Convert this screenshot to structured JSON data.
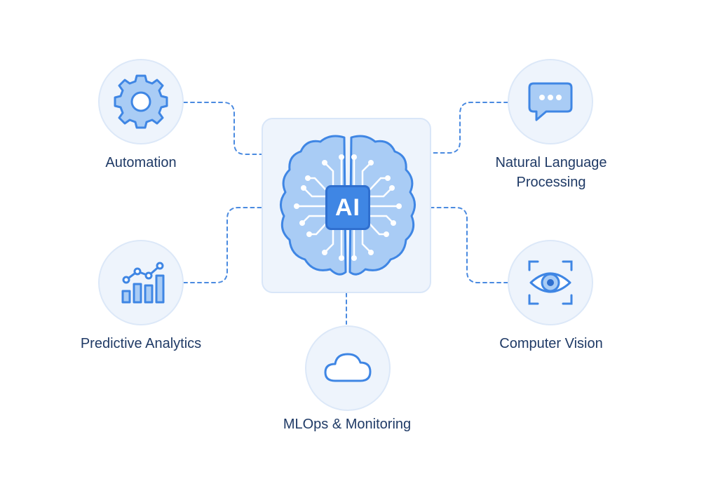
{
  "center": {
    "chip_label": "AI"
  },
  "nodes": {
    "automation": {
      "label": "Automation",
      "icon": "gear-icon"
    },
    "nlp": {
      "label_line1": "Natural Language",
      "label_line2": "Processing",
      "icon": "chat-bubble-icon"
    },
    "predictive": {
      "label": "Predictive Analytics",
      "icon": "bar-chart-icon"
    },
    "vision": {
      "label": "Computer Vision",
      "icon": "eye-scan-icon"
    },
    "mlops": {
      "label": "MLOps & Monitoring",
      "icon": "cloud-icon"
    }
  },
  "colors": {
    "accent": "#3f86e4",
    "accent_dark": "#2f6fcf",
    "circle_fill": "#eef4fc",
    "icon_fill": "#a9ccf5",
    "text": "#1f3a66"
  }
}
